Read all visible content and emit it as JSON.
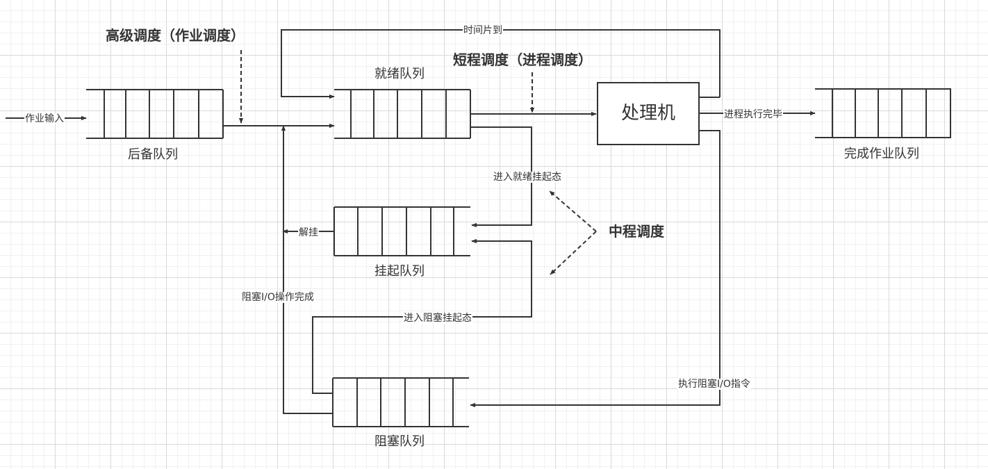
{
  "headings": {
    "long_term": "高级调度（作业调度）",
    "short_term": "短程调度（进程调度）",
    "mid_term": "中程调度"
  },
  "nodes": {
    "processor": "处理机"
  },
  "queues": {
    "backup": "后备队列",
    "ready": "就绪队列",
    "suspend": "挂起队列",
    "blocked": "阻塞队列",
    "finished": "完成作业队列"
  },
  "edges": {
    "job_input": "作业输入",
    "time_slice": "时间片到",
    "process_done": "进程执行完毕",
    "enter_ready_suspend": "进入就绪挂起态",
    "unsuspend": "解挂",
    "io_done": "阻塞I/O操作完成",
    "enter_blocked_suspend": "进入阻塞挂起态",
    "exec_io": "执行阻塞I/O指令"
  },
  "colors": {
    "line": "#333333",
    "grid_major": "#d9d9d9",
    "grid_minor": "#f0f0f0",
    "background": "#ffffff"
  }
}
